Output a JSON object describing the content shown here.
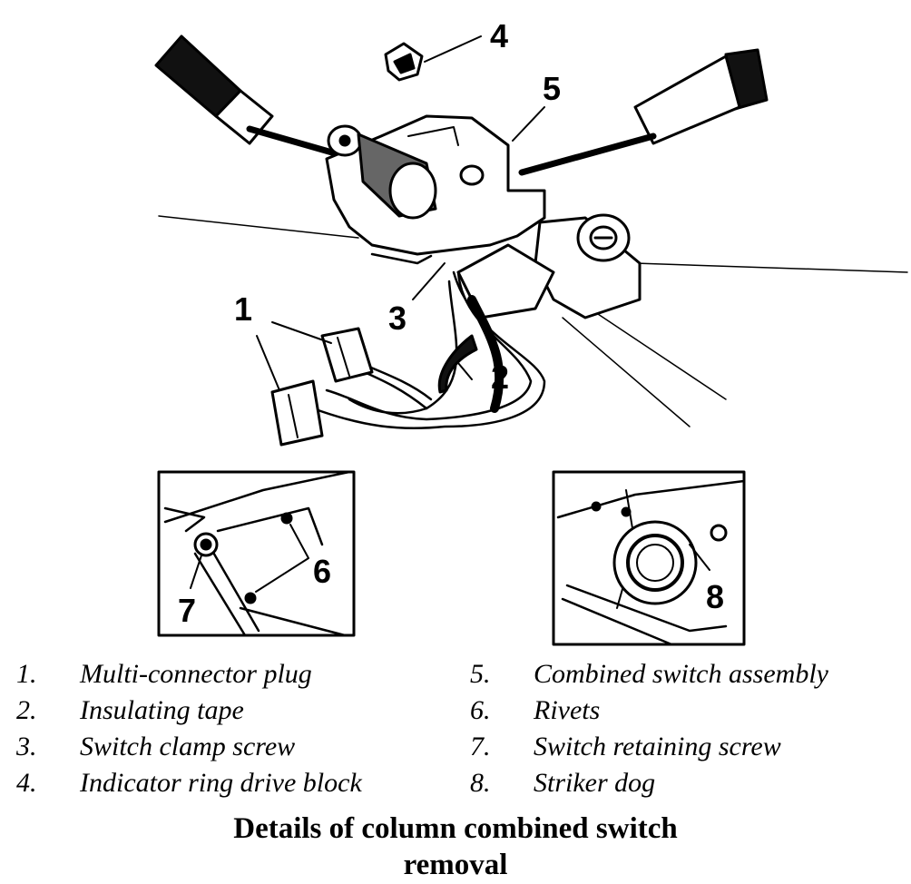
{
  "callouts": {
    "c1": "1",
    "c2": "2",
    "c3": "3",
    "c4": "4",
    "c5": "5",
    "c6": "6",
    "c7": "7",
    "c8": "8"
  },
  "legend": {
    "left": [
      {
        "num": "1.",
        "text": "Multi-connector plug"
      },
      {
        "num": "2.",
        "text": "Insulating tape"
      },
      {
        "num": "3.",
        "text": "Switch clamp screw"
      },
      {
        "num": "4.",
        "text": "Indicator ring drive block"
      }
    ],
    "right": [
      {
        "num": "5.",
        "text": "Combined switch assembly"
      },
      {
        "num": "6.",
        "text": "Rivets"
      },
      {
        "num": "7.",
        "text": "Switch retaining screw"
      },
      {
        "num": "8.",
        "text": "Striker dog"
      }
    ]
  },
  "caption": {
    "line1": "Details of column combined switch",
    "line2": "removal"
  }
}
